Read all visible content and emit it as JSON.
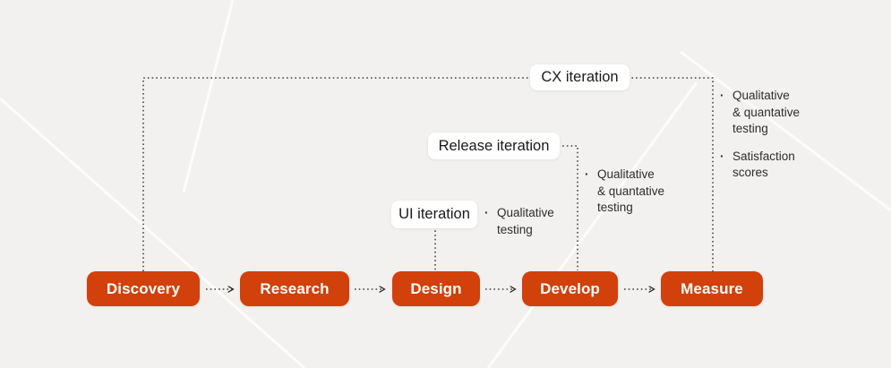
{
  "diagram": {
    "type": "process-flow",
    "stages": [
      {
        "label": "Discovery"
      },
      {
        "label": "Research"
      },
      {
        "label": "Design"
      },
      {
        "label": "Develop"
      },
      {
        "label": "Measure"
      }
    ],
    "iterations": [
      {
        "id": "ui",
        "label": "UI iteration",
        "loops_back_to": "Design"
      },
      {
        "id": "release",
        "label": "Release iteration",
        "loops_back_to": "Develop"
      },
      {
        "id": "cx",
        "label": "CX iteration",
        "loops_back_to": "Discovery"
      }
    ],
    "notes": {
      "design": {
        "items": [
          {
            "text": "Qualitative\ntesting"
          }
        ]
      },
      "develop": {
        "items": [
          {
            "text": "Qualitative\n& quantative\ntesting"
          }
        ]
      },
      "measure": {
        "items": [
          {
            "text": "Qualitative\n& quantative\ntesting"
          },
          {
            "text": "Satisfaction\nscores"
          }
        ]
      }
    },
    "colors": {
      "canvas_bg": "#F2F1EF",
      "stage_bg": "#D2400B",
      "stage_text": "#FFFFFF",
      "label_bg": "#FFFFFF",
      "label_text": "#1A1A1A",
      "note_text": "#2D2D2D",
      "line": "#1F1F1F"
    },
    "bullet_glyph": "·"
  }
}
